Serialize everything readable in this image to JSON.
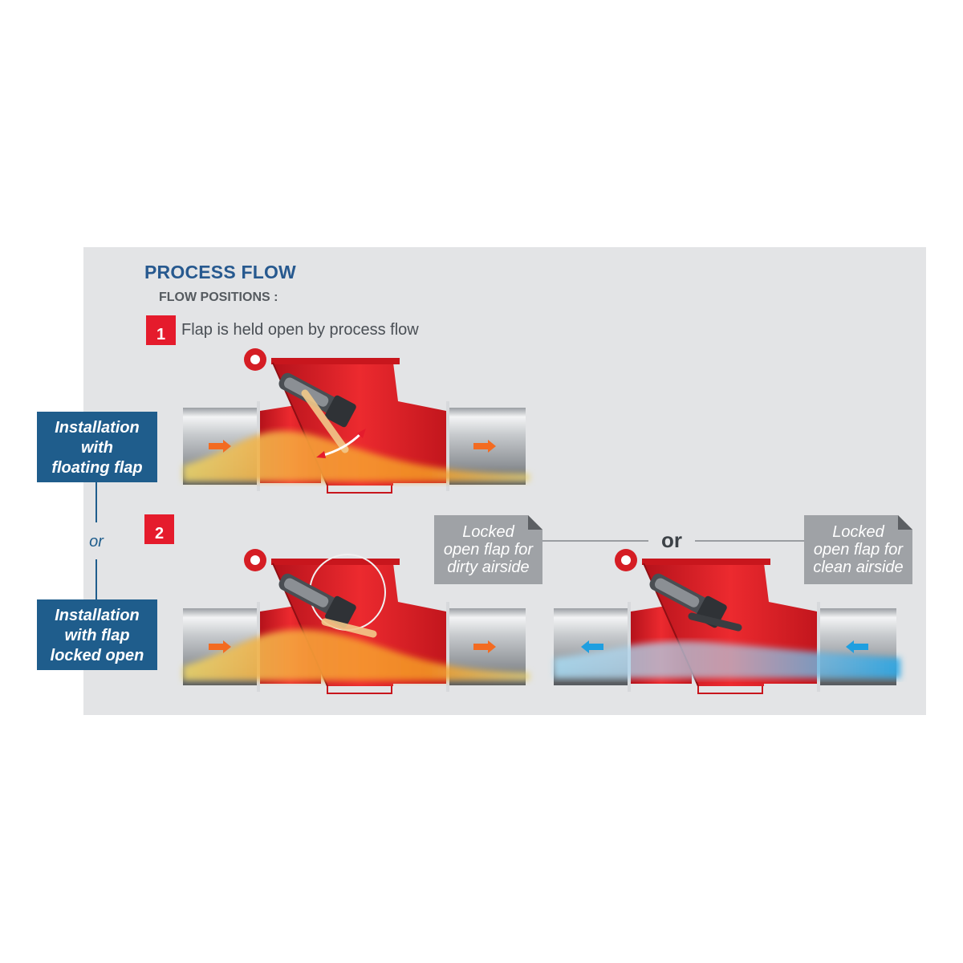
{
  "header": {
    "title": "PROCESS FLOW",
    "subtitle": "FLOW POSITIONS :"
  },
  "positions": [
    {
      "number": "1",
      "label": "Flap is held open by process flow"
    },
    {
      "number": "2"
    }
  ],
  "installations": {
    "floating": [
      "Installation",
      "with",
      "floating flap"
    ],
    "locked": [
      "Installation",
      "with flap",
      "locked open"
    ],
    "separator": "or"
  },
  "variants": {
    "dirty": [
      "Locked",
      "open flap for",
      "dirty airside"
    ],
    "clean": [
      "Locked",
      "open flap for",
      "clean airside"
    ],
    "separator": "or"
  },
  "colors": {
    "title_blue": "#27598f",
    "install_box_blue": "#1f5d8c",
    "badge_red": "#e51b2c",
    "valve_red": "#e4252b",
    "dirty_flow_orange": "#f39322",
    "clean_flow_blue": "#5fb7e8",
    "panel_grey": "#e3e4e6",
    "note_grey": "#9fa2a6"
  },
  "icons": {
    "flow_arrow_dirty": "right-arrow-icon",
    "flow_arrow_clean": "left-arrow-icon",
    "swing_arrow": "double-curved-arrow-icon"
  }
}
